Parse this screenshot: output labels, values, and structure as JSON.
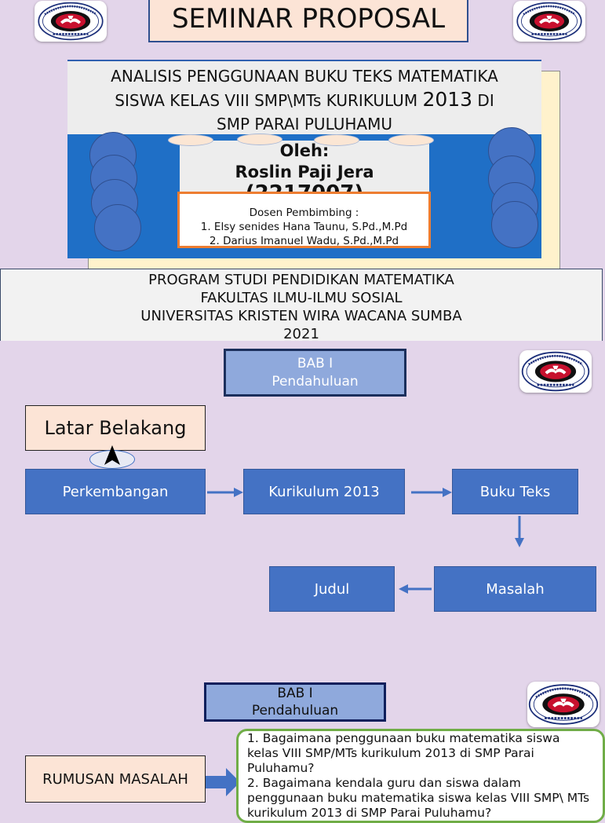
{
  "slide1": {
    "title": "SEMINAR PROPOSAL",
    "research_title": {
      "line1": "ANALISIS PENGGUNAAN BUKU TEKS MATEMATIKA",
      "line2a": "SISWA KELAS VIII SMP\\MTs KURIKULUM ",
      "line2_year": "2013",
      "line2b": " DI",
      "line3": "SMP PARAI PULUHAMU"
    },
    "author": {
      "by_label": "Oleh:",
      "name": "Roslin Paji Jera",
      "nim_partial": "(2217007)"
    },
    "supervisors": {
      "heading": "Dosen Pembimbing :",
      "items": [
        "1. Elsy senides Hana Taunu, S.Pd.,M.Pd",
        "2. Darius Imanuel Wadu, S.Pd.,M.Pd"
      ]
    },
    "institution": {
      "program": "PROGRAM STUDI PENDIDIKAN MATEMATIKA",
      "faculty": "FAKULTAS ILMU-ILMU SOSIAL",
      "university": "UNIVERSITAS KRISTEN WIRA WACANA SUMBA",
      "year": "2021"
    }
  },
  "slide2": {
    "chapter": {
      "line1": "BAB I",
      "line2": "Pendahuluan"
    },
    "background_label": "Latar Belakang",
    "flow": {
      "perkembangan": "Perkembangan",
      "kurikulum": "Kurikulum 2013",
      "buku": "Buku Teks",
      "masalah": "Masalah",
      "judul": "Judul"
    }
  },
  "slide3": {
    "chapter": {
      "line1": "BAB I",
      "line2": "Pendahuluan"
    },
    "rumusan_label": "RUMUSAN MASALAH",
    "questions": [
      "1. Bagaimana penggunaan buku matematika siswa kelas VIII SMP/MTs kurikulum 2013 di SMP Parai Puluhamu?",
      "2. Bagaimana kendala guru dan siswa dalam penggunaan buku matematika siswa kelas VIII SMP\\ MTs kurikulum 2013 di SMP Parai Puluhamu?"
    ]
  },
  "logo": {
    "top_text": "UNIVERSITAS KRISTEN WIRA WACANA",
    "bottom_text": "SUMBA",
    "year": "2007"
  },
  "colors": {
    "background": "#e3d5ea",
    "accent_blue": "#4472c4",
    "navy": "#1b2f5c",
    "peach": "#fce4d6",
    "orange_border": "#ed7d31",
    "green_border": "#70ad47",
    "cream": "#fff2cc"
  }
}
